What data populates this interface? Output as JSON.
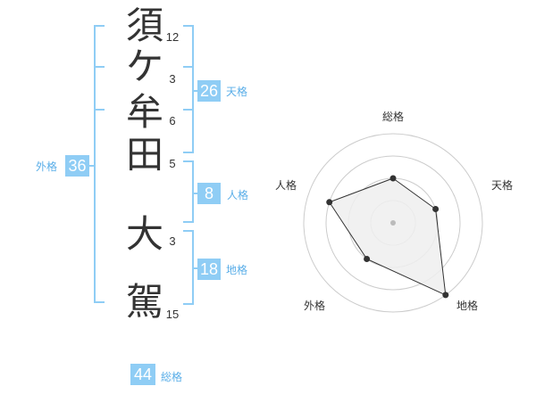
{
  "characters": [
    {
      "char": "須",
      "strokes": "12"
    },
    {
      "char": "ケ",
      "strokes": "3"
    },
    {
      "char": "牟",
      "strokes": "6"
    },
    {
      "char": "田",
      "strokes": "5"
    },
    {
      "char": "大",
      "strokes": "3"
    },
    {
      "char": "駕",
      "strokes": "15"
    }
  ],
  "fortunes": {
    "tenkaku": {
      "value": "26",
      "label": "天格"
    },
    "jinkaku": {
      "value": "8",
      "label": "人格"
    },
    "chikaku": {
      "value": "18",
      "label": "地格"
    },
    "gaikaku": {
      "value": "36",
      "label": "外格"
    },
    "soukaku": {
      "value": "44",
      "label": "総格"
    }
  },
  "radar": {
    "axes": [
      "総格",
      "天格",
      "地格",
      "外格",
      "人格"
    ],
    "levels": 4,
    "values": [
      2,
      2,
      4,
      2,
      3
    ],
    "colors": {
      "ring": "#cccccc",
      "fill": "#eeeeee",
      "line": "#333333",
      "point": "#333333",
      "center": "#bbbbbb"
    }
  }
}
